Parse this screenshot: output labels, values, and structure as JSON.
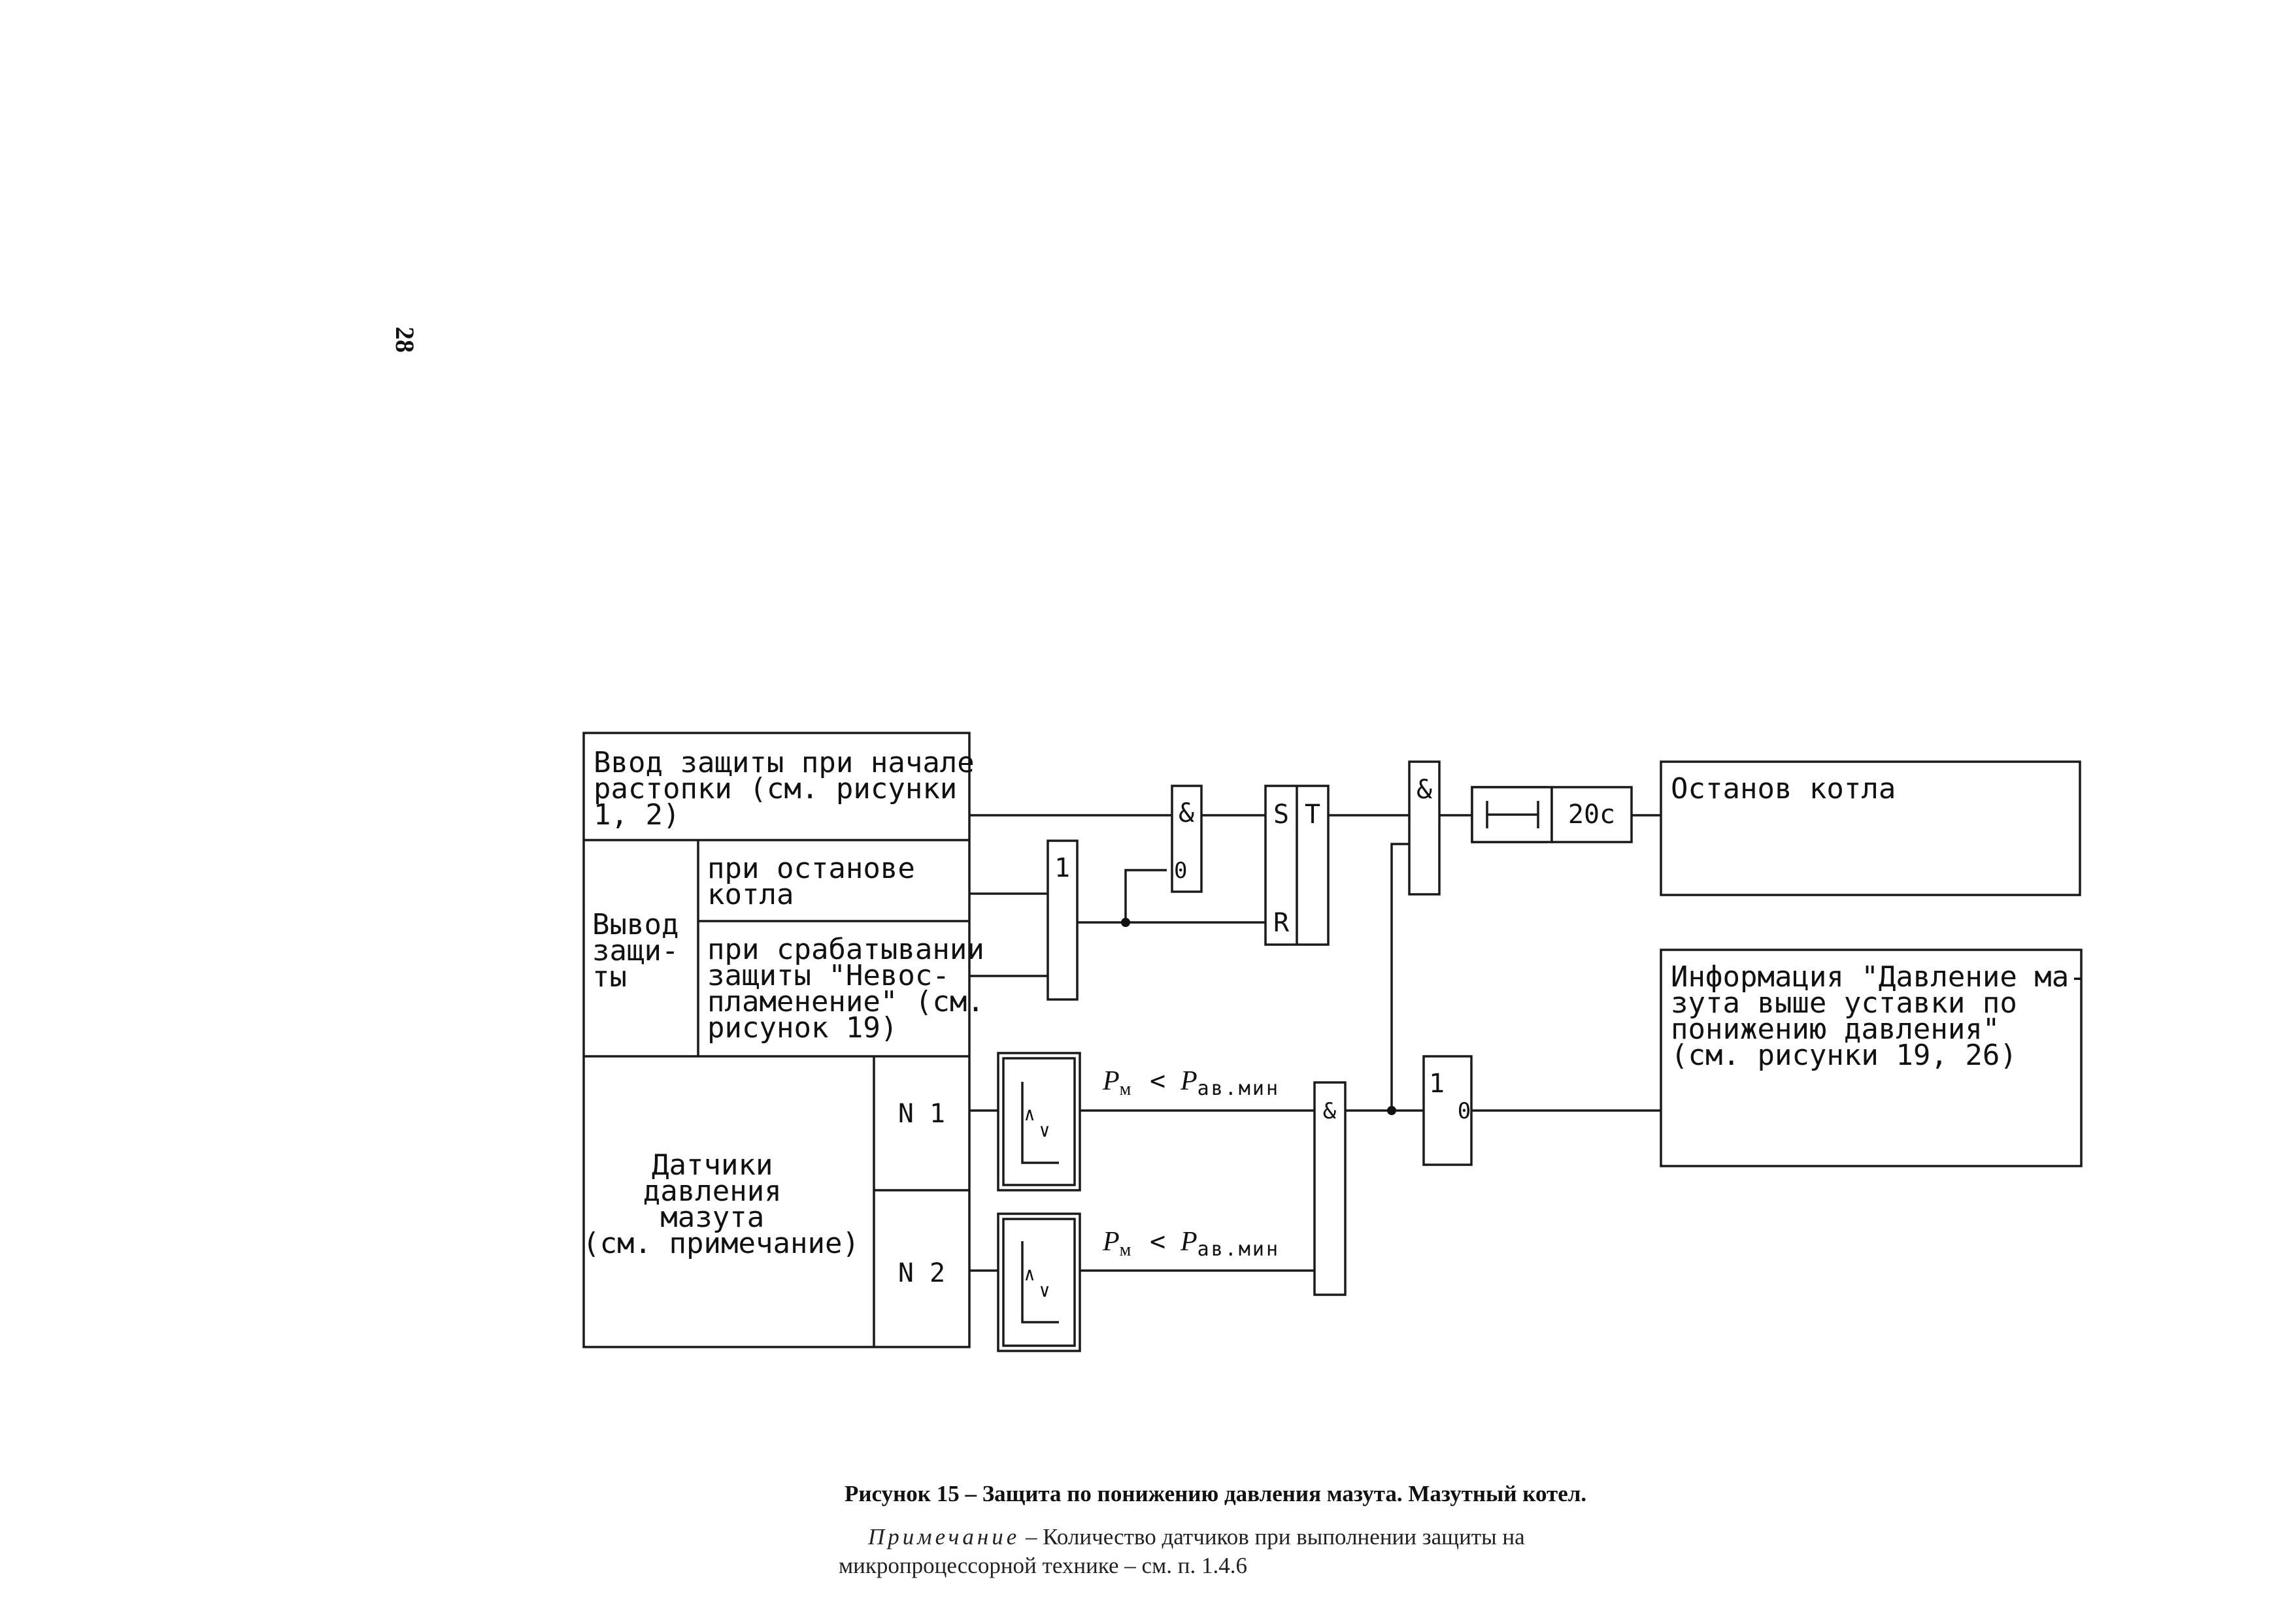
{
  "page_number": "28",
  "blocks": {
    "input_enable": [
      "Ввод защиты при начале",
      "растопки (см. рисунки",
      "1, 2)"
    ],
    "output_label": [
      "Вывод",
      "защи-",
      "ты"
    ],
    "on_stop": [
      "при останове",
      "котла"
    ],
    "on_trigger": [
      "при срабатывании",
      "защиты \"Невос-",
      "пламенение\" (см.",
      "рисунок 19)"
    ],
    "sensors_label": [
      "Датчики",
      "давления",
      "мазута",
      "(см. примечание)"
    ],
    "sensor_1": "N 1",
    "sensor_2": "N 2",
    "stop_boiler": "Останов котла",
    "info": [
      "Информация \"Давление ма-",
      "зута выше уставки по",
      "понижению давления\"",
      "(см. рисунки 19, 26)"
    ]
  },
  "gates": {
    "and": "&",
    "or": "1",
    "not_out": "0",
    "trigger_s": "S",
    "trigger_t": "T",
    "trigger_r": "R",
    "timer": "20с",
    "cmp_gt": "∧",
    "cmp_lt": "∨"
  },
  "conditions": {
    "p_symbol": "P",
    "p_sub": "м",
    "lt": "<",
    "pmin_sub": "ав.мин"
  },
  "caption": {
    "title": "Рисунок 15 – Защита по понижению давления мазута. Мазутный котел.",
    "note_label": "Примечание",
    "note_line1": " – Количество датчиков при выполнении защиты на",
    "note_line2": "микропроцессорной технике – см. п. 1.4.6"
  }
}
